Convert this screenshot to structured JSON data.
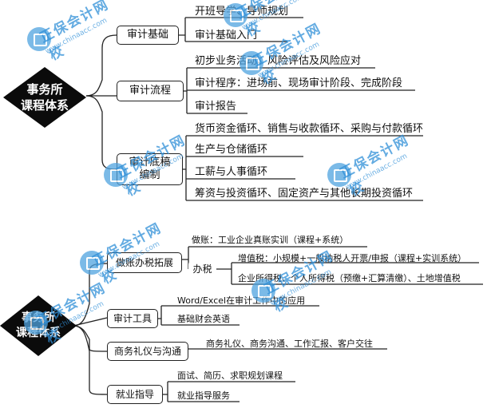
{
  "diagram1": {
    "root": "事务所\n课程体系",
    "branches": [
      {
        "label": "审计基础",
        "leaves": [
          "开班导学、导师规划",
          "审计基础入门"
        ]
      },
      {
        "label": "审计流程",
        "leaves": [
          "初步业务活动、风险评估及风险应对",
          "审计程序：进场前、现场审计阶段、完成阶段",
          "审计报告"
        ]
      },
      {
        "label": "审计底稿\n编制",
        "leaves": [
          "货币资金循环、销售与收款循环、采购与付款循环",
          "生产与仓储循环",
          "工薪与人事循环",
          "筹资与投资循环、固定资产与其他长期投资循环"
        ]
      }
    ]
  },
  "diagram2": {
    "root": "事务所\n课程体系",
    "branches": [
      {
        "label": "做账办税拓展",
        "leaves": [
          "做账：工业企业真账实训（课程+系统）"
        ],
        "sub": {
          "label": "办税",
          "leaves": [
            "增值税：小规模+一般纳税人开票/申报（课程+实训系统）",
            "企业所得税、个人所得税（预缴+汇算清缴）、土地增值税"
          ]
        }
      },
      {
        "label": "审计工具",
        "leaves": [
          "Word/Excel在审计工作中的应用",
          "基础财会英语"
        ]
      },
      {
        "label": "商务礼仪与沟通",
        "leaves": [
          "商务礼仪、商务沟通、工作汇报、客户交往"
        ]
      },
      {
        "label": "就业指导",
        "leaves": [
          "面试、简历、求职规划课程",
          "就业指导服务"
        ]
      }
    ]
  },
  "watermark": {
    "brand": "正保会计网校",
    "url": "www.chinaacc.com"
  },
  "colors": {
    "root_bg": "#0b0b0b",
    "line": "#222222",
    "watermark": "#2f8fd8"
  }
}
